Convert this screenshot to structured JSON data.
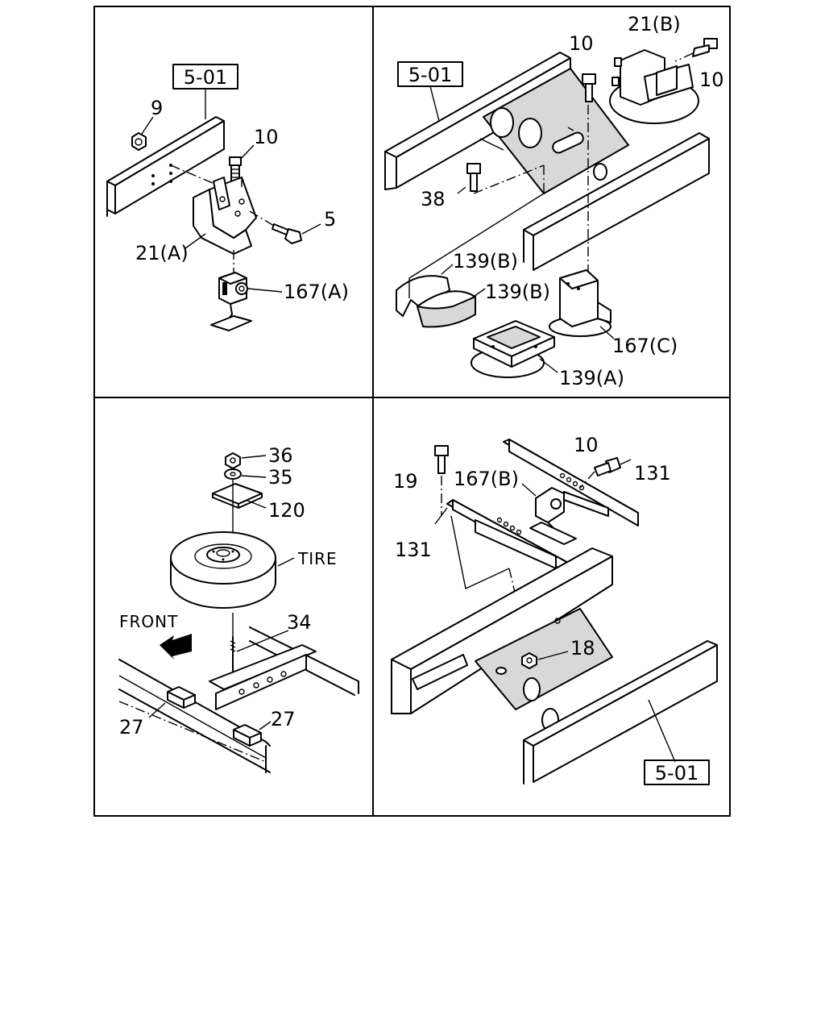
{
  "panels": {
    "top_left": {
      "ref_box": "5-01",
      "labels": {
        "p9": "9",
        "p10": "10",
        "p5": "5",
        "p21a": "21(A)",
        "p167a": "167(A)"
      }
    },
    "top_right": {
      "ref_box": "5-01",
      "labels": {
        "p10a": "10",
        "p21b": "21(B)",
        "p10b": "10",
        "p38": "38",
        "p139b1": "139(B)",
        "p139b2": "139(B)",
        "p167c": "167(C)",
        "p139a": "139(A)"
      }
    },
    "bottom_left": {
      "labels": {
        "p36": "36",
        "p35": "35",
        "p120": "120",
        "tire": "TIRE",
        "front": "FRONT",
        "p34": "34",
        "p27a": "27",
        "p27b": "27"
      }
    },
    "bottom_right": {
      "ref_box": "5-01",
      "labels": {
        "p10": "10",
        "p19": "19",
        "p167b": "167(B)",
        "p131a": "131",
        "p131b": "131",
        "p18": "18"
      }
    }
  },
  "icons": {
    "front_arrow": "front-arrow-icon"
  }
}
